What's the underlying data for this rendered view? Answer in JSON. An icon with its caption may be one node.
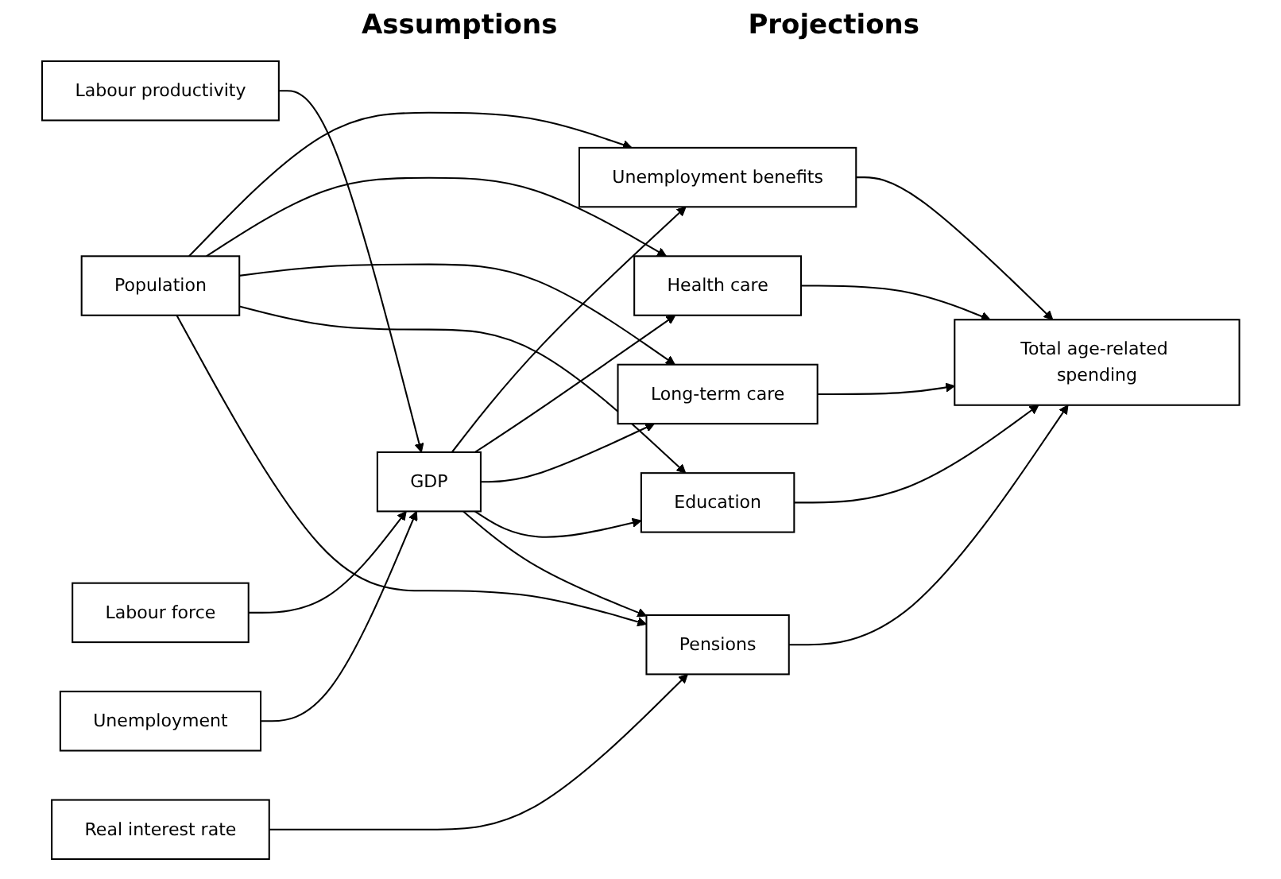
{
  "diagram": {
    "nodes": [
      {
        "text": [
          "Population"
        ]
      },
      {
        "text": [
          "Labour productivity"
        ]
      },
      {
        "text": [
          "Labour force"
        ]
      },
      {
        "text": [
          "Unemployment"
        ]
      },
      {
        "text": [
          "Real interest rate"
        ]
      },
      {
        "text": [
          "GDP"
        ]
      },
      {
        "text": [
          "Unemployment benefits"
        ]
      },
      {
        "text": [
          "Health care"
        ]
      },
      {
        "text": [
          "Long-term care"
        ]
      },
      {
        "text": [
          "Education"
        ]
      },
      {
        "text": [
          "Pensions"
        ]
      },
      {
        "text": [
          "Total age-related spending"
        ]
      }
    ],
    "edges": [
      {
        "from": 0,
        "to": 6,
        "arrow": "to"
      },
      {
        "from": 0,
        "to": 7,
        "arrow": "to"
      },
      {
        "from": 0,
        "to": 8,
        "arrow": "to"
      },
      {
        "from": 0,
        "to": 9,
        "arrow": "to"
      },
      {
        "from": 0,
        "to": 10,
        "arrow": "to"
      },
      {
        "from": 1,
        "to": 5,
        "arrow": "to"
      },
      {
        "from": 2,
        "to": 5,
        "arrow": "to"
      },
      {
        "from": 3,
        "to": 5,
        "arrow": "to"
      },
      {
        "from": 5,
        "to": 6,
        "arrow": "to"
      },
      {
        "from": 5,
        "to": 7,
        "arrow": "to"
      },
      {
        "from": 5,
        "to": 8,
        "arrow": "to"
      },
      {
        "from": 5,
        "to": 9,
        "arrow": "to"
      },
      {
        "from": 5,
        "to": 10,
        "arrow": "to"
      },
      {
        "from": 4,
        "to": 10,
        "arrow": "to"
      },
      {
        "from": 6,
        "to": 11,
        "arrow": "to"
      },
      {
        "from": 7,
        "to": 11,
        "arrow": "to"
      },
      {
        "from": 8,
        "to": 11,
        "arrow": "to"
      },
      {
        "from": 9,
        "to": 11,
        "arrow": "to"
      },
      {
        "from": 10,
        "to": 11,
        "arrow": "to"
      }
    ],
    "labels": [
      "Assumptions",
      "Projections"
    ]
  }
}
